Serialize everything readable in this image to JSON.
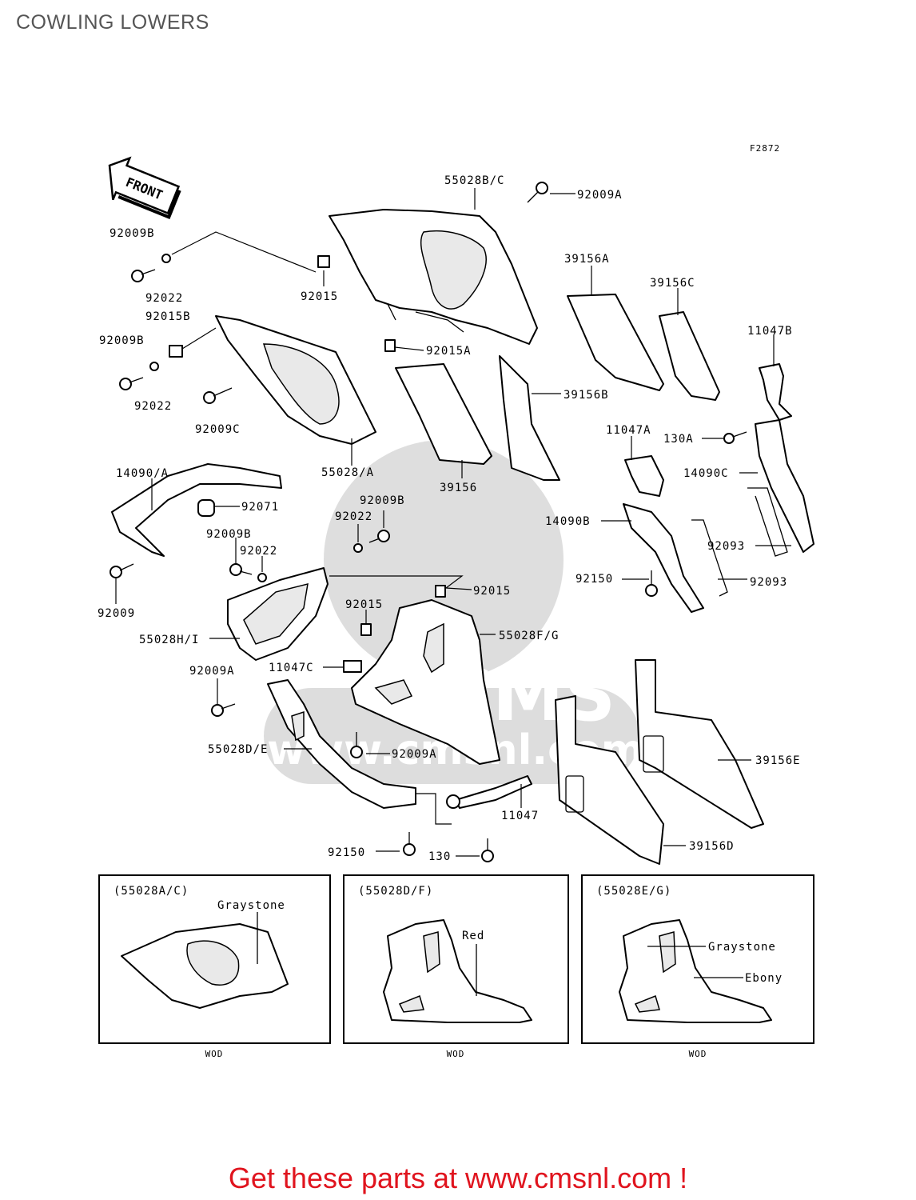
{
  "title": "COWLING LOWERS",
  "figure_code": "F2872",
  "front_arrow": "FRONT",
  "watermark": "CMS www.cmsnl.com",
  "parts": {
    "p55028bc": "55028B/C",
    "p92009a_top": "92009A",
    "p92009b_1": "92009B",
    "p92022_1": "92022",
    "p92015_1": "92015",
    "p92015b": "92015B",
    "p92009b_2": "92009B",
    "p92022_2": "92022",
    "p92009c": "92009C",
    "p92015a": "92015A",
    "p39156a": "39156A",
    "p39156c": "39156C",
    "p39156b": "39156B",
    "p39156": "39156",
    "p11047b": "11047B",
    "p55028a": "55028/A",
    "p14090a": "14090/A",
    "p92071": "92071",
    "p92009": "92009",
    "p92022_3": "92022",
    "p92009b_3": "92009B",
    "p92009b_4": "92009B",
    "p92022_4": "92022",
    "p11047a": "11047A",
    "p130a": "130A",
    "p14090c": "14090C",
    "p14090b": "14090B",
    "p92093_1": "92093",
    "p92093_2": "92093",
    "p92150_1": "92150",
    "p92015_2": "92015",
    "p92015_3": "92015",
    "p55028hi": "55028H/I",
    "p55028fg": "55028F/G",
    "p92009a_mid": "92009A",
    "p11047c": "11047C",
    "p55028de": "55028D/E",
    "p92009a_low": "92009A",
    "p39156e": "39156E",
    "p11047": "11047",
    "p39156d": "39156D",
    "p92150_2": "92150",
    "p130": "130"
  },
  "insets": [
    {
      "heading": "(55028A/C)",
      "colors": [
        "Graystone"
      ],
      "footer": "WOD"
    },
    {
      "heading": "(55028D/F)",
      "colors": [
        "Red"
      ],
      "footer": "WOD"
    },
    {
      "heading": "(55028E/G)",
      "colors": [
        "Graystone",
        "Ebony"
      ],
      "footer": "WOD"
    }
  ],
  "footer_banner": "Get these parts at www.cmsnl.com !"
}
